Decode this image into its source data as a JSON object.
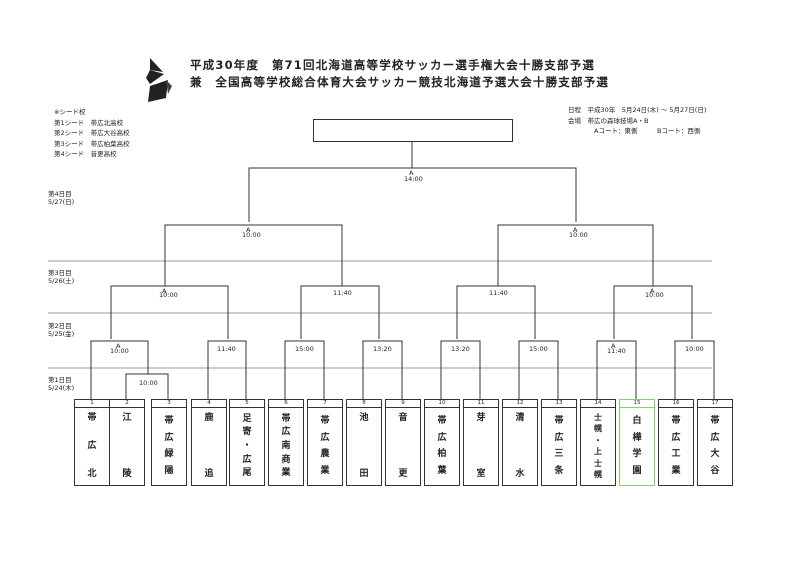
{
  "title_line1": "平成30年度　第71回北海道高等学校サッカー選手権大会十勝支部予選",
  "title_line2": "兼　全国高等学校総合体育大会サッカー競技北海道予選大会十勝支部予選",
  "seeds": {
    "heading": "※シード校",
    "rows": [
      {
        "label": "第1シード",
        "school": "帯広北高校"
      },
      {
        "label": "第2シード",
        "school": "帯広大谷高校"
      },
      {
        "label": "第3シード",
        "school": "帯広柏葉高校"
      },
      {
        "label": "第4シード",
        "school": "音更高校"
      }
    ]
  },
  "info": {
    "dates_label": "日程",
    "dates": "平成30年　5月24日(木) ～ 5月27日(日)",
    "venue_label": "会場",
    "venue": "帯広の森球技場A・B",
    "court_a": "Aコート：東側",
    "court_b": "Bコート：西側"
  },
  "days": [
    {
      "label": "第4日目",
      "date": "5/27(日)"
    },
    {
      "label": "第3日目",
      "date": "5/26(土)"
    },
    {
      "label": "第2日目",
      "date": "5/25(金)"
    },
    {
      "label": "第1日目",
      "date": "5/24(木)"
    }
  ],
  "teams": [
    {
      "no": "1",
      "chars": [
        "帯",
        "広",
        "北"
      ]
    },
    {
      "no": "2",
      "chars": [
        "江",
        "陵"
      ]
    },
    {
      "no": "3",
      "chars": [
        "帯",
        "広",
        "緑",
        "陽"
      ]
    },
    {
      "no": "4",
      "chars": [
        "鹿",
        "追"
      ]
    },
    {
      "no": "5",
      "chars": [
        "足",
        "寄",
        "・",
        "広",
        "尾"
      ]
    },
    {
      "no": "6",
      "chars": [
        "帯",
        "広",
        "南",
        "商",
        "業"
      ]
    },
    {
      "no": "7",
      "chars": [
        "帯",
        "広",
        "農",
        "業"
      ]
    },
    {
      "no": "8",
      "chars": [
        "池",
        "田"
      ]
    },
    {
      "no": "9",
      "chars": [
        "音",
        "更"
      ]
    },
    {
      "no": "10",
      "chars": [
        "帯",
        "広",
        "柏",
        "葉"
      ]
    },
    {
      "no": "11",
      "chars": [
        "芽",
        "室"
      ]
    },
    {
      "no": "12",
      "chars": [
        "清",
        "水"
      ]
    },
    {
      "no": "13",
      "chars": [
        "帯",
        "広",
        "三",
        "条"
      ]
    },
    {
      "no": "14",
      "chars": [
        "士",
        "幌",
        "・",
        "上",
        "士",
        "幌"
      ]
    },
    {
      "no": "15",
      "chars": [
        "白",
        "樺",
        "学",
        "園"
      ]
    },
    {
      "no": "16",
      "chars": [
        "帯",
        "広",
        "工",
        "業"
      ]
    },
    {
      "no": "17",
      "chars": [
        "帯",
        "広",
        "大",
        "谷"
      ]
    }
  ],
  "match_times": {
    "final": "14:00",
    "semi_left": "10:00",
    "semi_right": "10:00",
    "qf1": "10:00",
    "qf2": "11:40",
    "qf3": "11:40",
    "qf4": "10:00",
    "r2_1": "10:00",
    "r2_2": "11:40",
    "r2_3": "15:00",
    "r2_4": "13:20",
    "r2_5": "13:20",
    "r2_6": "15:00",
    "r2_7": "11:40",
    "r2_8": "10:00",
    "r1": "10:00"
  },
  "court_marker": "A",
  "highlight_team": "15",
  "highlight_color": "#7fd36a"
}
